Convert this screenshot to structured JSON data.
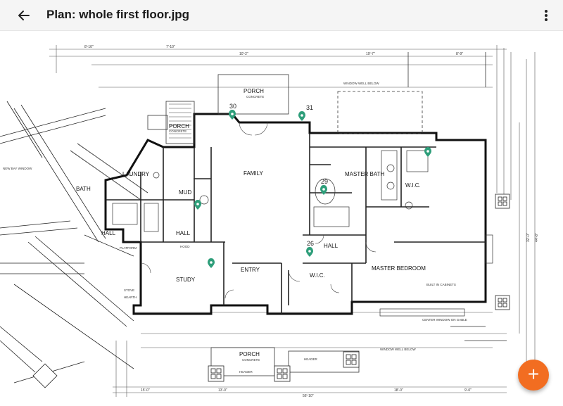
{
  "appbar": {
    "title": "Plan: whole first floor.jpg",
    "back_icon": "arrow-left-icon",
    "menu_icon": "more-vertical-icon"
  },
  "fab": {
    "label": "+",
    "color": "#f26d21"
  },
  "pins": [
    {
      "id": "pin-30",
      "label": "30"
    },
    {
      "id": "pin-31",
      "label": "31"
    },
    {
      "id": "pin-29",
      "label": "29"
    },
    {
      "id": "pin-26",
      "label": "26"
    },
    {
      "id": "pin-a",
      "label": ""
    },
    {
      "id": "pin-b",
      "label": ""
    },
    {
      "id": "pin-c",
      "label": ""
    },
    {
      "id": "pin-d",
      "label": ""
    }
  ],
  "pin_color": "#2e9e7a",
  "plan": {
    "rooms": {
      "porch_top": "PORCH",
      "family": "FAMILY",
      "master_bath": "MASTER BATH",
      "bath": "BATH",
      "hall_left": "HALL",
      "hall_mid": "HALL",
      "hall_right": "HALL",
      "study": "STUDY",
      "entry": "ENTRY",
      "wic": "W.I.C.",
      "master_bedroom": "MASTER BEDROOM",
      "porch_bottom": "PORCH",
      "porch_left": "PORCH",
      "laundry": "LAUNDRY",
      "mud": "MUD",
      "wic_right": "W.I.C."
    },
    "notes": {
      "window_well_top": "WINDOW WELL BELOW",
      "window_well_bottom": "WINDOW WELL BELOW",
      "header_bottom": "HEADER",
      "header_bottom2": "HEADER",
      "concrete_top": "CONCRETE",
      "concrete_bottom": "CONCRETE",
      "concrete_left": "CONCRETE",
      "new_bay_window": "NEW BAY WINDOW",
      "built_in_cabinets": "BUILT IN CABINETS",
      "center_window": "CENTER WINDOW ON GABLE",
      "platform": "PLATFORM",
      "stove": "STOVE",
      "hearth": "HEARTH",
      "hood": "HOOD"
    },
    "dims": {
      "d_top1": "8'-10\"",
      "d_top2": "7'-10\"",
      "d_top3": "10'-2\"",
      "d_top4": "19'-7\"",
      "d_top5": "8'-9\"",
      "d_bottom1": "15'-0\"",
      "d_bottom2": "13'-0\"",
      "d_bottom3": "56'-10\"",
      "d_bottom4": "18'-0\"",
      "d_bottom5": "9'-0\"",
      "d_right1": "44'-8\"",
      "d_right2": "32'-0\""
    }
  }
}
